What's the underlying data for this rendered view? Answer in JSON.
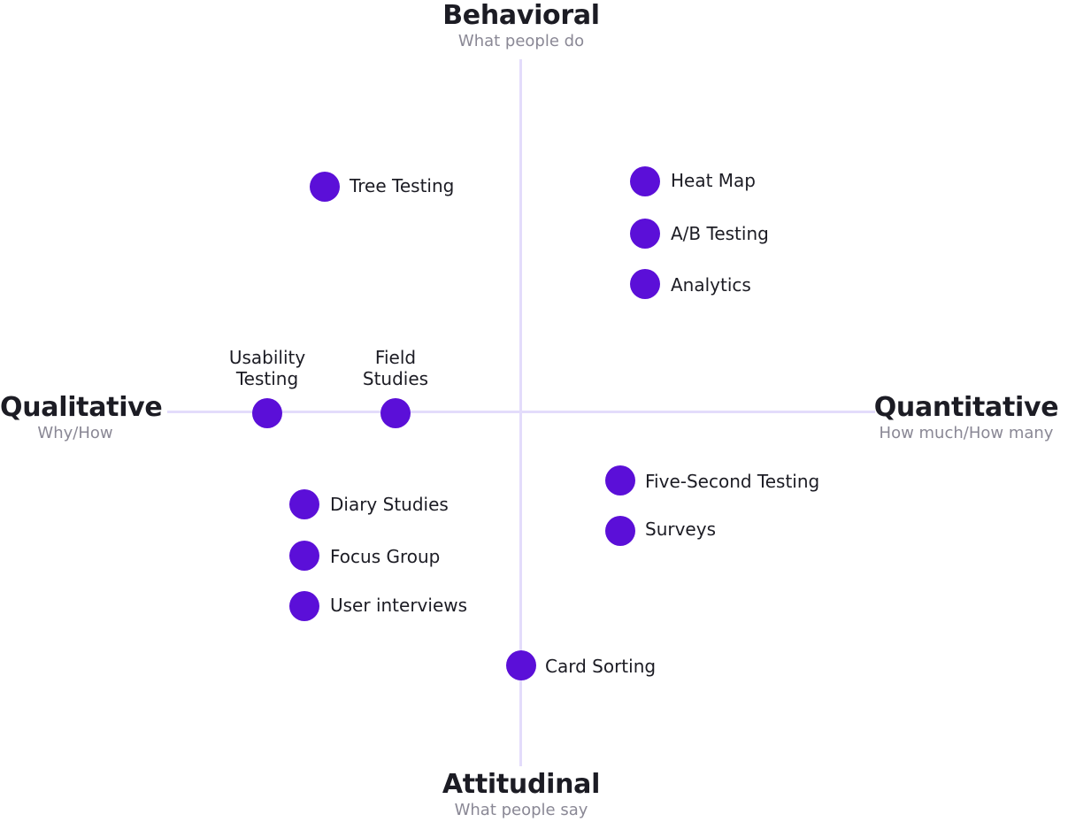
{
  "axes": {
    "top": {
      "title": "Behavioral",
      "subtitle": "What people do"
    },
    "bottom": {
      "title": "Attitudinal",
      "subtitle": "What people say"
    },
    "left": {
      "title": "Qualitative",
      "subtitle": "Why/How"
    },
    "right": {
      "title": "Quantitative",
      "subtitle": "How much/How many"
    }
  },
  "methods": [
    {
      "label": "Tree Testing"
    },
    {
      "label": "Heat Map"
    },
    {
      "label": "A/B Testing"
    },
    {
      "label": "Analytics"
    },
    {
      "label_line1": "Usability",
      "label_line2": "Testing"
    },
    {
      "label_line1": "Field",
      "label_line2": "Studies"
    },
    {
      "label": "Five-Second Testing"
    },
    {
      "label": "Surveys"
    },
    {
      "label": "Diary Studies"
    },
    {
      "label": "Focus Group"
    },
    {
      "label": "User interviews"
    },
    {
      "label": "Card Sorting"
    }
  ],
  "colors": {
    "dot": "#5b0fd8",
    "axis": "#e3dcfb",
    "subtitle": "#8a8895"
  }
}
